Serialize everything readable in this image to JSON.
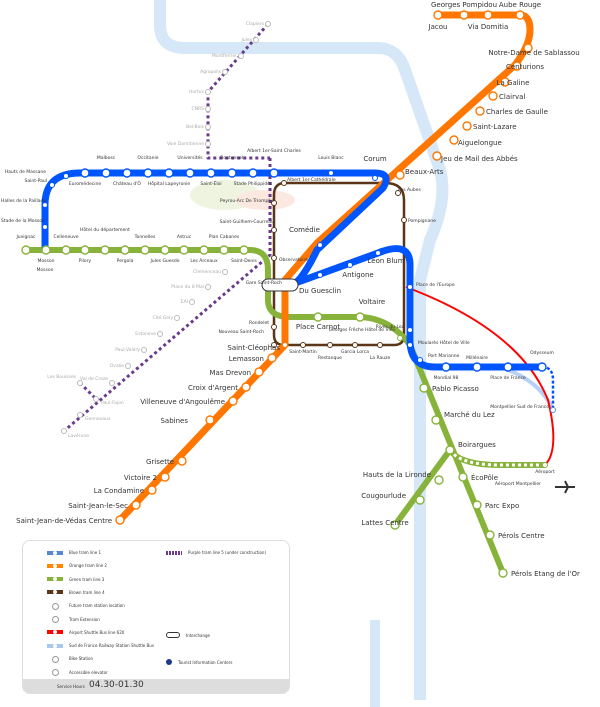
{
  "lines": {
    "blue": {
      "color": "#0055ff",
      "stations": [
        "Mosson",
        "Stade de la Mosson",
        "Halles de la Paillade",
        "Saint-Paul",
        "Hauts de Massane",
        "Euromédecine",
        "Malbosc",
        "Château d'Ô",
        "Occitanie",
        "Hôpital Lapeyronie",
        "Universités",
        "Saint-Éloi",
        "Boutonnet",
        "Stade Philippidès",
        "Albert 1er-Saint Charles",
        "Louis Blanc",
        "Corum",
        "Comédie",
        "Gare Saint-Roch",
        "Du Guesclin",
        "Antigone",
        "Léon Blum",
        "Place de l'Europe",
        "Rives du Lez",
        "Moularès Hôtel de Ville",
        "Port Marianne",
        "Mondial 98",
        "Millénaire",
        "Place de France",
        "Odysseum"
      ]
    },
    "orange": {
      "color": "#ff7700",
      "stations": [
        "Jacou",
        "Georges Pompidou",
        "Via Domitia",
        "Aube Rouge",
        "Notre-Dame de Sablassou",
        "Centurions",
        "La Galine",
        "Clairval",
        "Charles de Gaulle",
        "Saint-Lazare",
        "Aiguelongue",
        "Jeu de Mail des Abbés",
        "Beaux-Arts",
        "Saint-Cléophas",
        "Lemasson",
        "Mas Drevon",
        "Croix d'Argent",
        "Villeneuve d'Angoulême",
        "Sabines",
        "Grisette",
        "Victoire 2",
        "La Condamine",
        "Saint-Jean-le-Sec",
        "Saint-Jean-de-Védas Centre"
      ]
    },
    "green": {
      "color": "#88b33b",
      "stations": [
        "Juvignac",
        "Mosson",
        "Celleneuve",
        "Pilory",
        "Hôtel du département",
        "Pergola",
        "Tonnelles",
        "Jules Guesde",
        "Astruc",
        "Les Arceaux",
        "Plan Cabanes",
        "Saint-Denis",
        "Place Carnot",
        "Voltaire",
        "Georges Frêche Hôtel de Ville",
        "Pablo Picasso",
        "Marché du Lez",
        "Boirargues",
        "ÉcoPôle",
        "Parc Expo",
        "Pérols Centre",
        "Pérols Etang de l'Or",
        "Hauts de la Lironde",
        "Cougourlude",
        "Lattes Centre",
        "Aéroport"
      ]
    },
    "brown": {
      "color": "#5a3516",
      "stations": [
        "Albert 1er-Cathédrale",
        "Les Aubes",
        "Pompignane",
        "Observatoire",
        "Saint-Guilhem-Courreau",
        "Peyrou-Arc De Triomphe",
        "Rondelet",
        "Nouveau Saint-Roch",
        "Saint-Martin",
        "Restanque",
        "Garcia Lorca",
        "La Rauze"
      ]
    },
    "purple": {
      "color": "#6a3a8e",
      "stations": [
        "Clapiers",
        "Jules",
        "Montferrier",
        "Agropolis",
        "Hortus",
        "CNRS",
        "Bel-Bois",
        "Voie Domitienne",
        "Clemenceau",
        "Place du 8 Mai",
        "EAI",
        "Cité Gely",
        "Estanove",
        "Paul-Valéry",
        "Ovalie",
        "Val de Croze",
        "Paul-Fajon",
        "Gennevaux",
        "Lavérune",
        "Les Bouisses"
      ]
    },
    "red": {
      "color": "#ff0000",
      "stations": [
        "Montpellier Sud de France",
        "Aéroport Montpellier"
      ]
    }
  },
  "legend": {
    "items": [
      {
        "label": "Blue tram line 1",
        "color": "#5588cc"
      },
      {
        "label": "Orange tram line 2",
        "color": "#ff8800"
      },
      {
        "label": "Green tram line 3",
        "color": "#88b33b"
      },
      {
        "label": "Brown tram line 4",
        "color": "#5a3516"
      },
      {
        "label": "Future tram station location"
      },
      {
        "label": "Tram Extension"
      },
      {
        "label": "Airport Shuttle Bus line 620",
        "color": "#ff0000"
      },
      {
        "label": "Sud de France Railway Station Shuttle Bus",
        "color": "#a8c8ee"
      },
      {
        "label": "Bike Station"
      },
      {
        "label": "Accessible elevator"
      }
    ],
    "right_items": [
      {
        "label": "Purple tram line 5 (under construction)",
        "color": "#6a3a8e"
      },
      {
        "label": "Interchange"
      },
      {
        "label": "Tourist Information Centers"
      }
    ],
    "service_hours_label": "Service Hours",
    "service_hours_value": "04.30-01.30"
  }
}
